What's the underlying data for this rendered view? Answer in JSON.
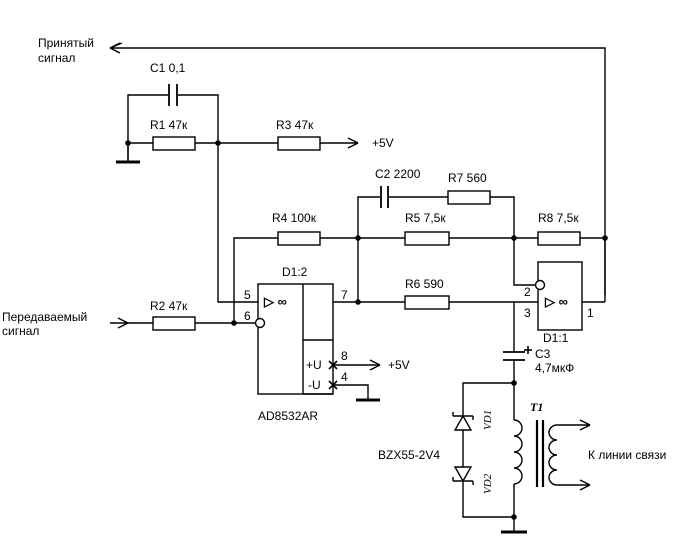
{
  "labels": {
    "received_line1": "Принятый",
    "received_line2": "сигнал",
    "transmitted_line1": "Передаваемый",
    "transmitted_line2": "сигнал",
    "line_out": "К линии связи",
    "plus5v_r3": "+5V",
    "plus5v_pwr": "+5V",
    "opamp_part": "AD8532AR",
    "zener_part": "BZX55-2V4"
  },
  "components": {
    "c1": "C1  0,1",
    "c2": "C2  2200",
    "c3_name": "C3",
    "c3_value": "4,7мкФ",
    "r1": "R1 47к",
    "r2": "R2 47к",
    "r3": "R3 47к",
    "r4": "R4 100к",
    "r5": "R5 7,5к",
    "r6": "R6 590",
    "r7": "R7 560",
    "r8": "R8 7,5к",
    "d1_2": "D1:2",
    "d1_1": "D1:1",
    "vd1": "VD1",
    "vd2": "VD2",
    "t1": "T1"
  },
  "opamp": {
    "symbol": "▷ ∞",
    "plus_u": "+U",
    "minus_u": "-U"
  },
  "pins": {
    "u2_in_plus": "5",
    "u2_in_minus": "6",
    "u2_out": "7",
    "u2_vplus": "8",
    "u2_vminus": "4",
    "u1_in_minus": "2",
    "u1_in_plus": "3",
    "u1_out": "1"
  }
}
